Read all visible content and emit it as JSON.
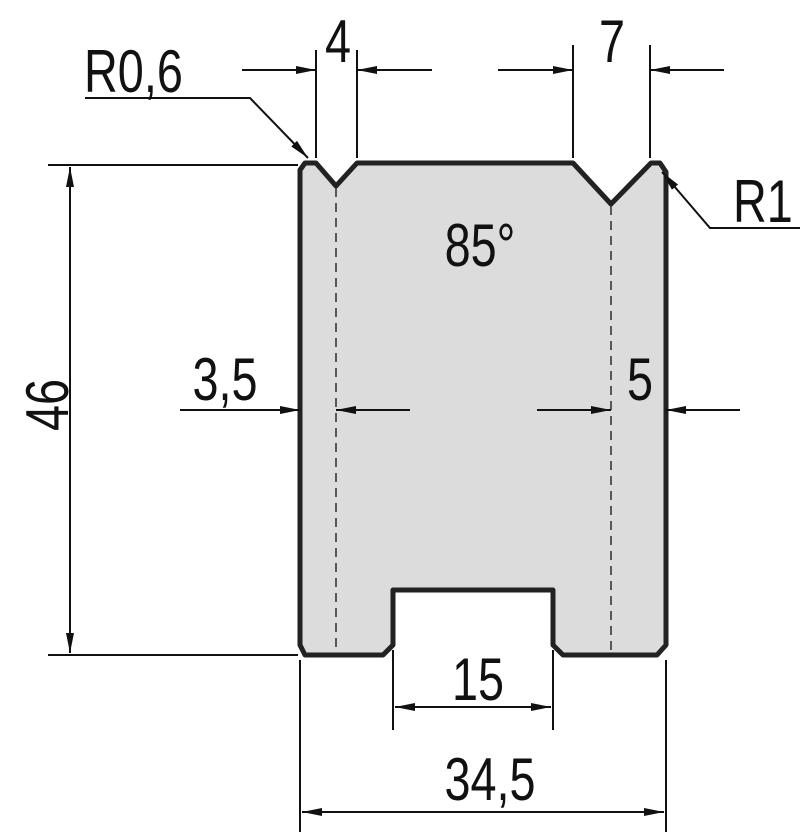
{
  "diagram": {
    "title": "Die profile cross-section",
    "colors": {
      "fill": "#dcdcdc",
      "outline": "#222222",
      "lines": "#111111"
    },
    "labels": {
      "left_radius": "R0,6",
      "right_radius": "R1",
      "left_v_width": "4",
      "right_v_width": "7",
      "angle": "85°",
      "left_v_offset": "3,5",
      "right_v_offset": "5",
      "height": "46",
      "slot_width": "15",
      "total_width": "34,5"
    }
  }
}
